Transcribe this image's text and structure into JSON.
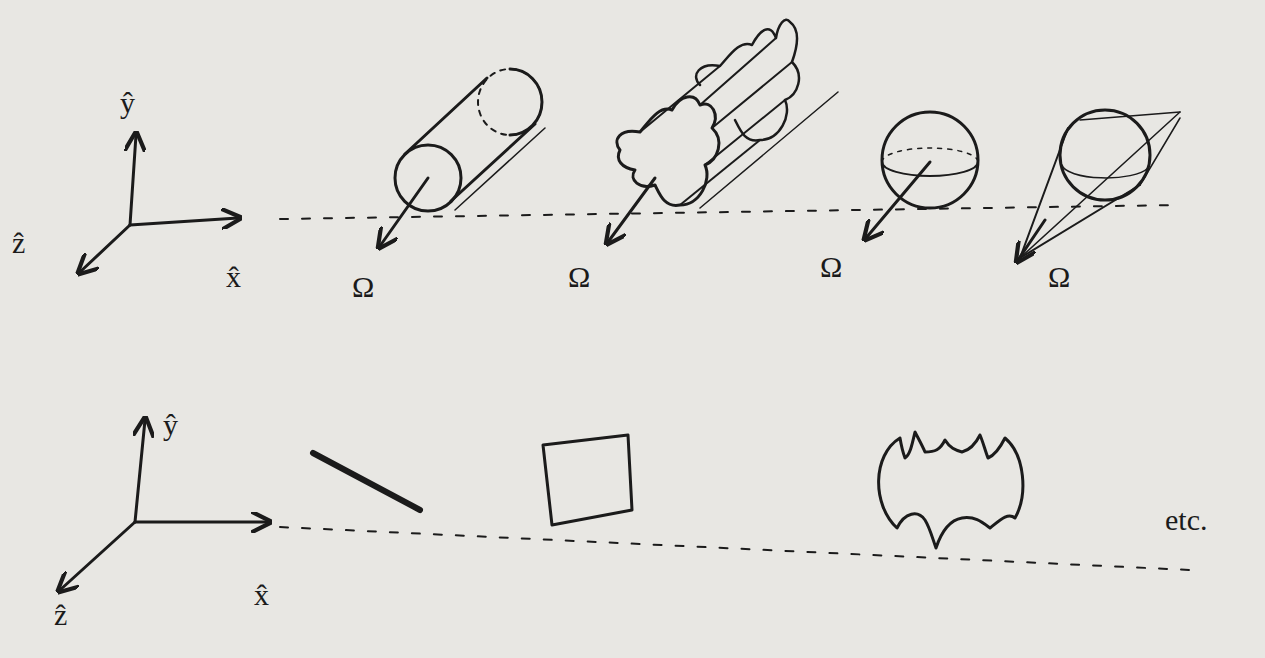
{
  "diagram": {
    "labels": [
      "ŷ",
      "ẑ",
      "x̂",
      "Ω⃗",
      "Ω⃗",
      "Ω⃗",
      "Ω⃗",
      "ŷ",
      "x̂",
      "ẑ",
      "etc."
    ]
  }
}
